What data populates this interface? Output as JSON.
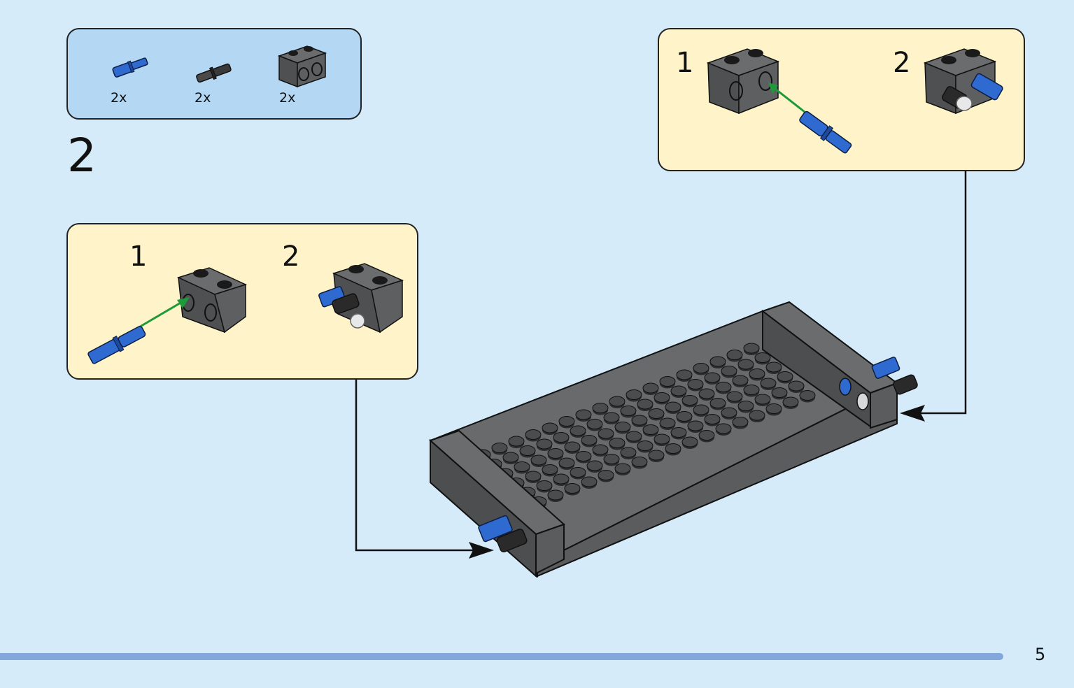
{
  "step": {
    "number": "2"
  },
  "parts_list": [
    {
      "qty": "2x",
      "icon": "blue-axle-pin-icon"
    },
    {
      "qty": "2x",
      "icon": "black-pin-icon"
    },
    {
      "qty": "2x",
      "icon": "technic-brick-1x2-icon"
    }
  ],
  "substep_left": {
    "first": "1",
    "second": "2"
  },
  "substep_right": {
    "first": "1",
    "second": "2"
  },
  "page": {
    "number": "5"
  },
  "colors": {
    "background": "#d5ebfa",
    "parts_box": "#b4d7f3",
    "substep_box": "#fff4c9",
    "brick": "#5a5c5e",
    "blue_pin": "#2f6ad0",
    "guide_arrow": "#1f9a3a",
    "footer_bar": "#84a8dc"
  }
}
